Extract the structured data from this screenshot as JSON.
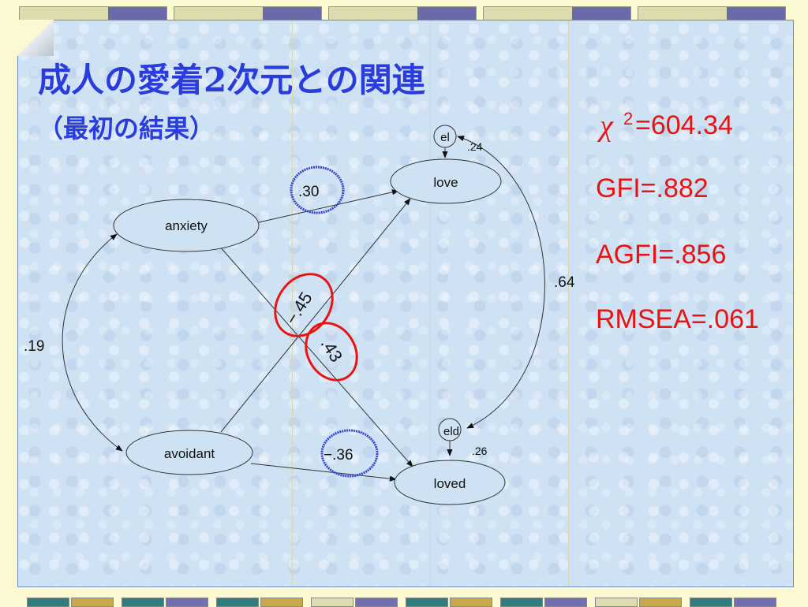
{
  "title": {
    "main": "成人の愛着2次元との関連",
    "sub": "（最初の結果）"
  },
  "nodes": {
    "anxiety": "anxiety",
    "avoidant": "avoidant",
    "love": "love",
    "loved": "loved",
    "el": "el",
    "eld": "eld"
  },
  "coefficients": {
    "anxiety_love": ".30",
    "avoidant_love": "−.45",
    "anxiety_loved": ".43",
    "avoidant_loved": "−.36",
    "anxiety_avoidant_cov": ".19",
    "el_eld_cov": ".64",
    "el_variance": ".24",
    "eld_variance": ".26"
  },
  "fit_indices": {
    "chi_symbol": "χ",
    "chi_sup": "2",
    "chi_value": "=604.34",
    "gfi": "GFI=.882",
    "agfi": "AGFI=.856",
    "rmsea": "RMSEA=.061"
  },
  "colors": {
    "title": "#2a3ddc",
    "fit_text": "#e81414",
    "negative_circle": "#e81414",
    "highlight_circle": "#3344cc"
  }
}
